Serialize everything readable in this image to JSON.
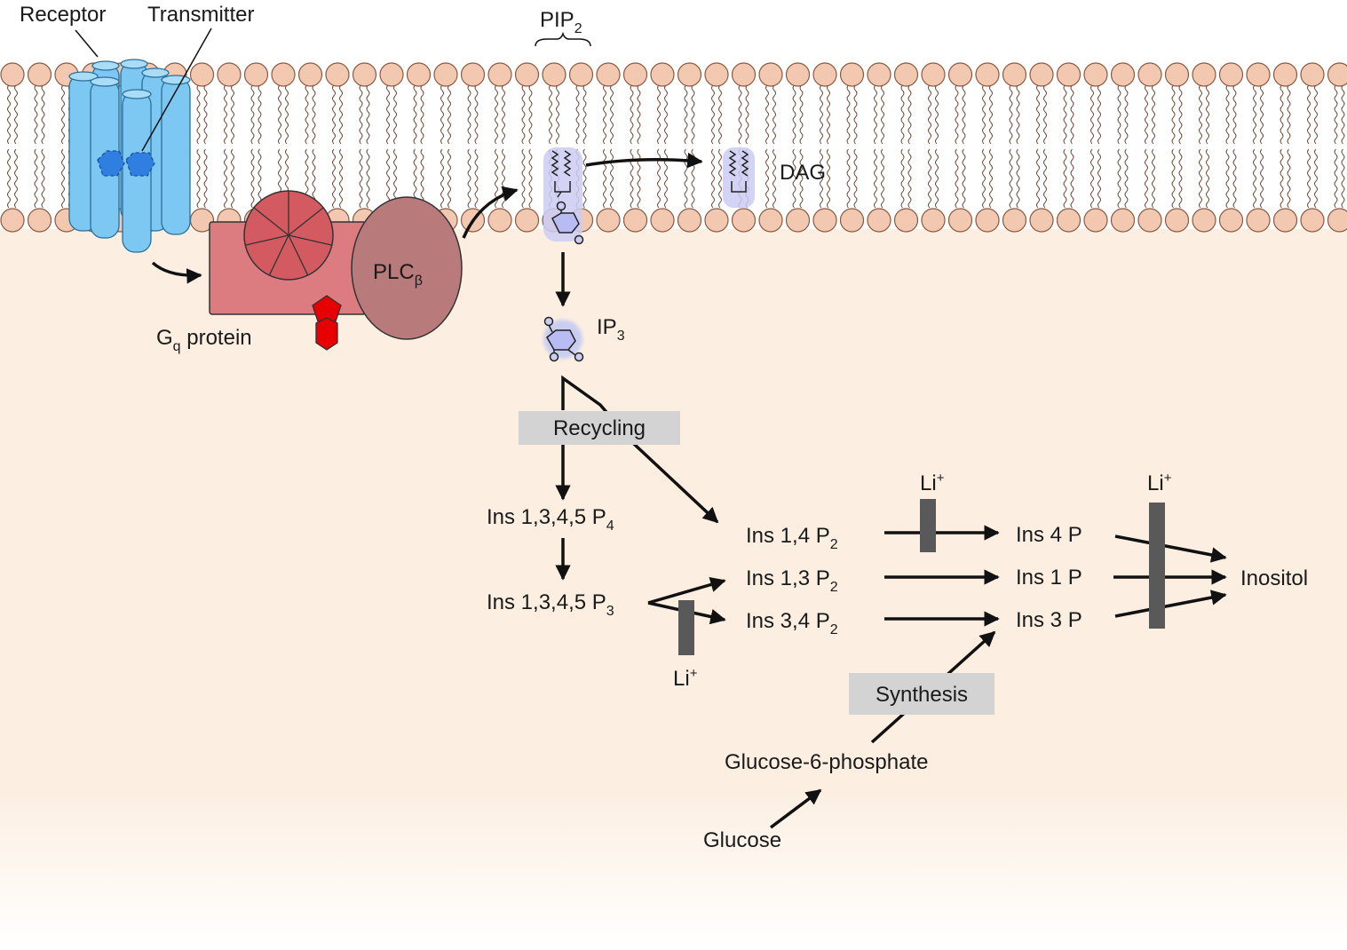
{
  "labels": {
    "receptor": "Receptor",
    "transmitter": "Transmitter",
    "pip": "PIP",
    "pip_sub": "2",
    "dag": "DAG",
    "plc": "PLC",
    "plc_sub": "β",
    "gq_g": "G",
    "gq_sub": "q",
    "gq_rest": " protein",
    "ip": "IP",
    "ip_sub": "3",
    "recycling": "Recycling",
    "synthesis": "Synthesis",
    "ins_p4": "Ins 1,3,4,5 P",
    "ins_p4_sub": "4",
    "ins_p3": "Ins 1,3,4,5 P",
    "ins_p3_sub": "3",
    "ins14": "Ins 1,4 P",
    "ins14_sub": "2",
    "ins13": "Ins 1,3 P",
    "ins13_sub": "2",
    "ins34": "Ins 3,4 P",
    "ins34_sub": "2",
    "ins4p": "Ins 4 P",
    "ins1p": "Ins 1 P",
    "ins3p": "Ins 3 P",
    "inositol": "Inositol",
    "li": "Li",
    "li_sup": "+",
    "g6p": "Glucose-6-phosphate",
    "glucose": "Glucose"
  },
  "colors": {
    "cytoplasm": "#fcefe2",
    "lipid_head": "#f2c9b0",
    "lipid_stroke": "#8a5a44",
    "receptor": "#7cc8f2",
    "receptor_stroke": "#2a6f9a",
    "transmitter": "#2f7fe0",
    "gq": "#dc7c80",
    "plc_wedge": "#d45a62",
    "plc_circle": "#b87a7a",
    "gtp": "#e60000",
    "ip3_glow": "#c9cdf0",
    "lithium_bar": "#595959",
    "label_box": "#d3d3d3"
  },
  "icons": {
    "receptor": "seven-helix-cylinder-icon",
    "gq": "g-protein-block-icon",
    "plc": "plc-enzyme-icon",
    "gtp": "gtp-hexagon-icon",
    "pip2": "pip2-lipid-icon",
    "dag": "dag-lipid-icon",
    "ip3": "ip3-ring-icon"
  }
}
